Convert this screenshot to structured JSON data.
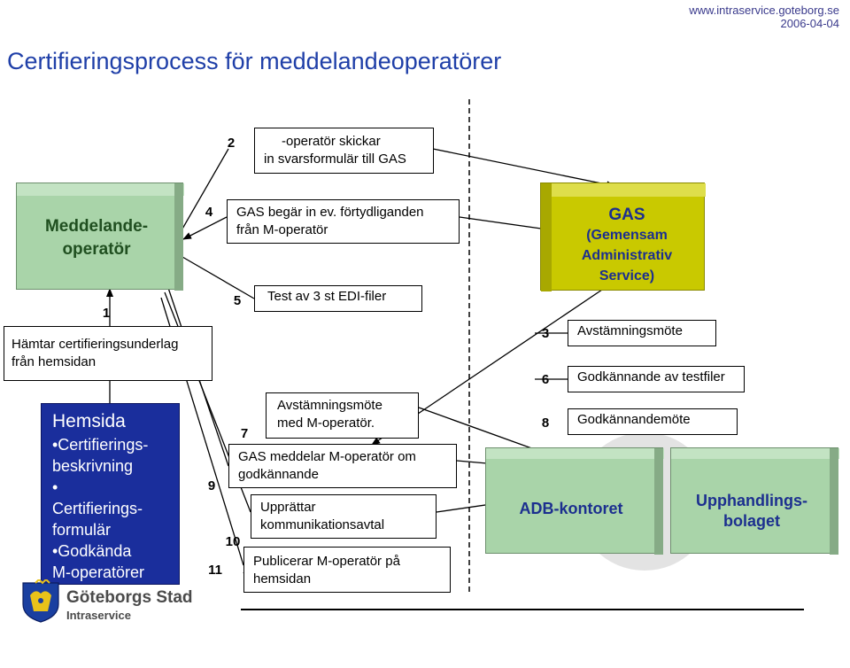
{
  "header": {
    "url": "www.intraservice.goteborg.se",
    "date": "2006-04-04"
  },
  "title": "Certifieringsprocess för meddelandeoperatörer",
  "colors": {
    "title_blue": "#1f3fa8",
    "green": "#a9d4a9",
    "yellow": "#c9c900",
    "hemsida_blue": "#1a2e9c",
    "gray_circle": "#e3e3e3"
  },
  "nodes": {
    "meddelande_line1": "Meddelande-",
    "meddelande_line2": "operatör",
    "gas_title": "GAS",
    "gas_line1": "(Gemensam",
    "gas_line2": "Administrativ",
    "gas_line3": "Service)",
    "adb": "ADB-kontoret",
    "upph_line1": "Upphandlings-",
    "upph_line2": "bolaget",
    "hemsida_title": "Hemsida",
    "hemsida_b1a": "•Certifierings-",
    "hemsida_b1b": "beskrivning",
    "hemsida_b2": "•",
    "hemsida_b2a": "Certifierings-",
    "hemsida_b2b": "formulär",
    "hemsida_b3a": "•Godkända",
    "hemsida_b3b": "M-operatörer"
  },
  "steps": {
    "n1": "1",
    "n2": "2",
    "n3": "3",
    "n4": "4",
    "n5": "5",
    "n6": "6",
    "n7": "7",
    "n8": "8",
    "n9": "9",
    "n10": "10",
    "n11": "11",
    "s1_line1": "Hämtar certifieringsunderlag",
    "s1_line2": "från hemsidan",
    "s2_line1": "-operatör skickar",
    "s2_line2": "in svarsformulär till GAS",
    "s3": "Avstämningsmöte",
    "s4_line1": "GAS begär in ev. förtydliganden",
    "s4_line2": "från M-operatör",
    "s5": "Test av 3 st EDI-filer",
    "s6": "Godkännande av testfiler",
    "s7_line1": "Avstämningsmöte",
    "s7_line2": "med M-operatör.",
    "s8": "Godkännandemöte",
    "s9_line1": "GAS meddelar  M-operatör om",
    "s9_line2": "godkännande",
    "s10_line1": "Upprättar",
    "s10_line2": "kommunikationsavtal",
    "s11_line1": "Publicerar M-operatör på",
    "s11_line2": "hemsidan"
  },
  "logo": {
    "line1": "Göteborgs Stad",
    "line2": "Intraservice"
  }
}
